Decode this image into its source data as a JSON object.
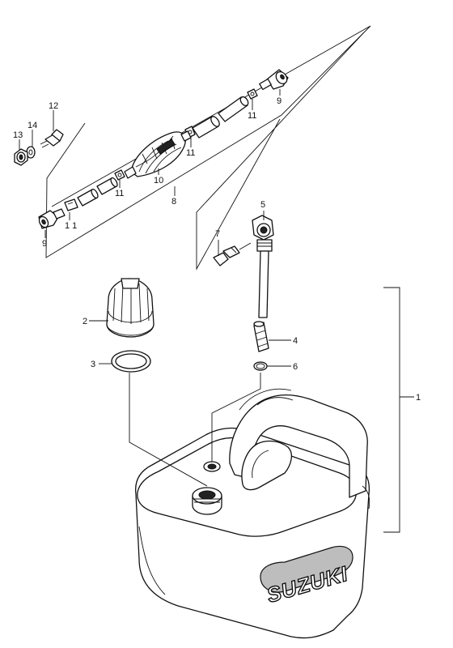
{
  "callouts": {
    "c1": "1",
    "c2": "2",
    "c3": "3",
    "c4": "4",
    "c5": "5",
    "c6": "6",
    "c7": "7",
    "c8": "8",
    "c9a": "9",
    "c9b": "9",
    "c10": "10",
    "c11a": "11",
    "c11b": "11",
    "c11c": "11",
    "c11d": "1 1",
    "c12": "12",
    "c13": "13",
    "c14": "14"
  },
  "tank": {
    "brand_text": "SUZUKI"
  }
}
